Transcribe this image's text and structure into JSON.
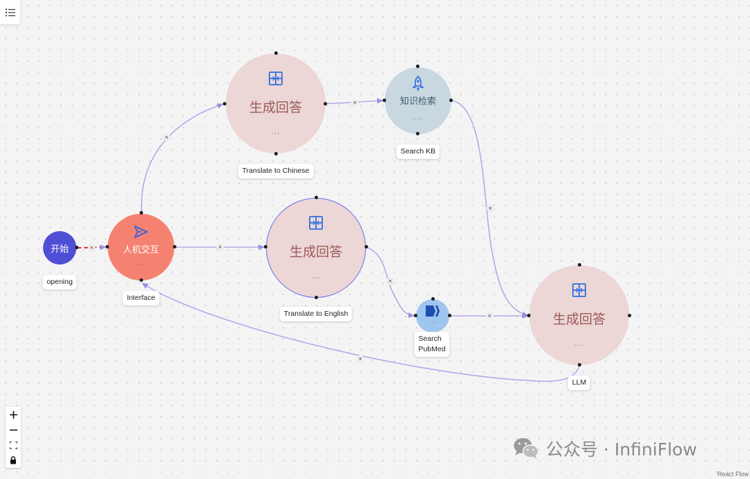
{
  "app": {
    "attribution": "React Flow"
  },
  "colors": {
    "start_node": "#4f4fd6",
    "interact_node": "#f58270",
    "generate_node": "#ecd6d6",
    "retrieval_node": "#c9d7e1",
    "pubmed_node": "#9fc6ee",
    "edge": "#b3a9e8",
    "edge_selected": "#e8232b",
    "node_icon": "#2f6fe0"
  },
  "nodes": {
    "begin": {
      "title": "开始",
      "label": "opening"
    },
    "interact": {
      "title": "人机交互",
      "dots": "...",
      "label": "Interface"
    },
    "gen_zh": {
      "title": "生成回答",
      "dots": "...",
      "label": "Translate to Chinese"
    },
    "retrieval": {
      "title": "知识检索",
      "dots": "...",
      "label": "Search KB"
    },
    "gen_en": {
      "title": "生成回答",
      "dots": "...",
      "label": "Translate to English"
    },
    "pubmed": {
      "dots": "...",
      "label": "Search\nPubMed"
    },
    "llm": {
      "title": "生成回答",
      "dots": "...",
      "label": "LLM"
    }
  },
  "edge_delete_symbol": "×",
  "watermark": {
    "text": "公众号 · InfiniFlow"
  }
}
